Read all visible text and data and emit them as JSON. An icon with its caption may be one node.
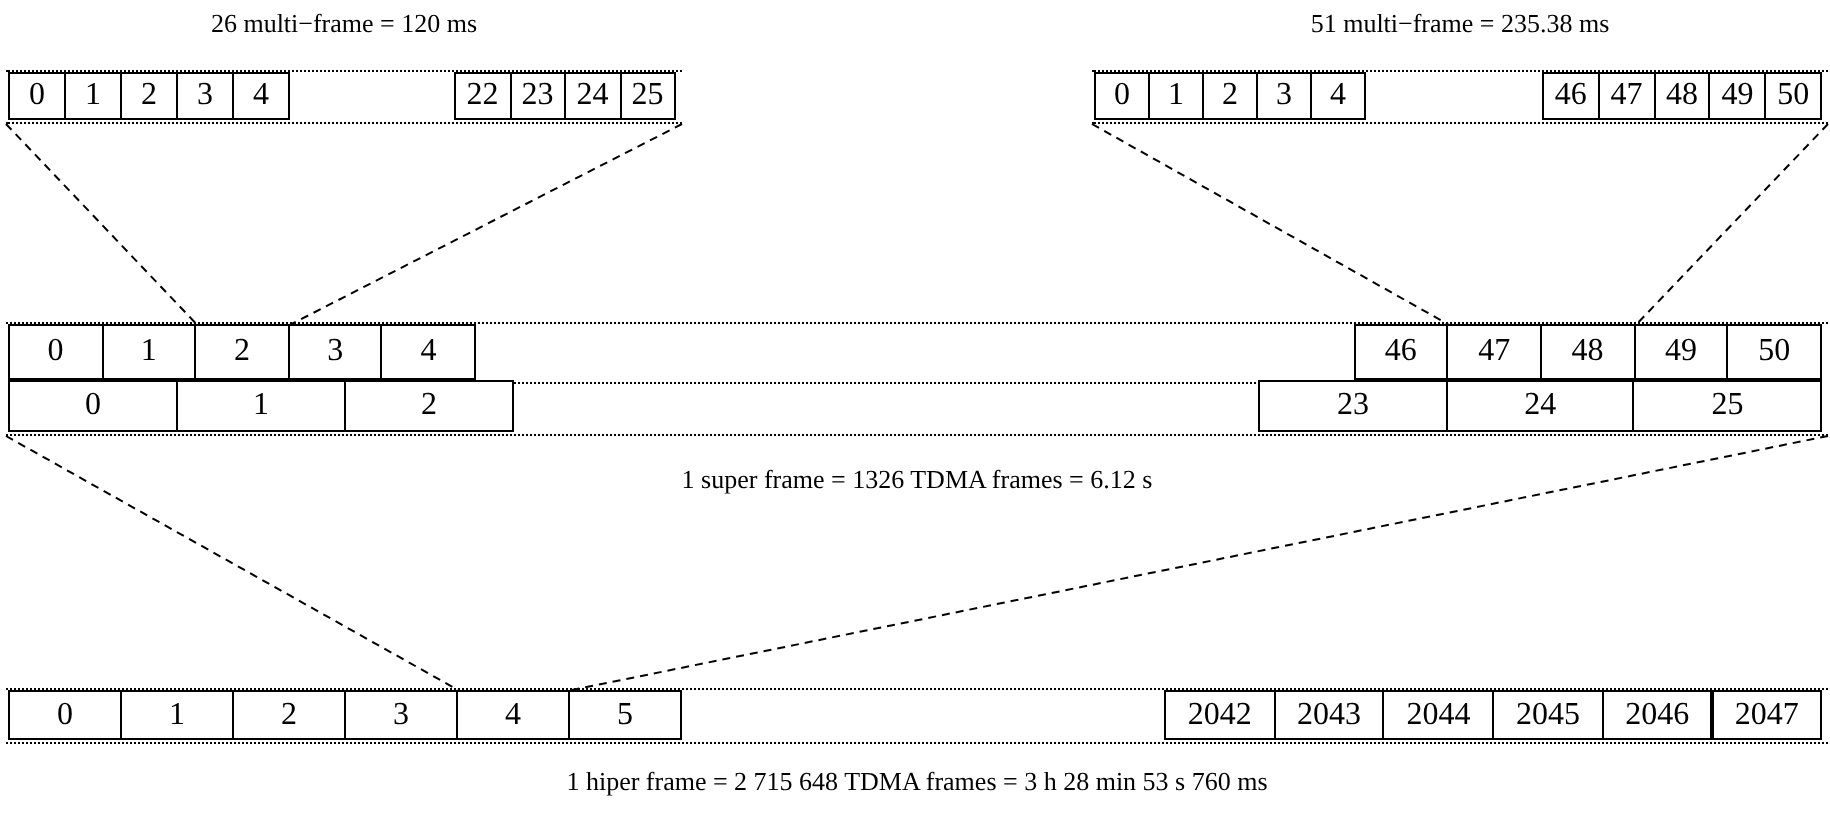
{
  "diagram": {
    "nodes": [
      {
        "text": [
          "26 multi−frame = 120 ms"
        ]
      },
      {
        "text": [
          "0"
        ],
        "in": 0
      },
      {
        "text": [
          "1"
        ],
        "in": 0
      },
      {
        "text": [
          "2"
        ],
        "in": 0
      },
      {
        "text": [
          "3"
        ],
        "in": 0
      },
      {
        "text": [
          "4"
        ],
        "in": 0
      },
      {
        "text": [
          "22"
        ],
        "in": 0
      },
      {
        "text": [
          "23"
        ],
        "in": 0
      },
      {
        "text": [
          "24"
        ],
        "in": 0
      },
      {
        "text": [
          "25"
        ],
        "in": 0
      },
      {
        "text": [
          "51 multi−frame = 235.38 ms"
        ]
      },
      {
        "text": [
          "0"
        ],
        "in": 10
      },
      {
        "text": [
          "1"
        ],
        "in": 10
      },
      {
        "text": [
          "2"
        ],
        "in": 10
      },
      {
        "text": [
          "3"
        ],
        "in": 10
      },
      {
        "text": [
          "4"
        ],
        "in": 10
      },
      {
        "text": [
          "46"
        ],
        "in": 10
      },
      {
        "text": [
          "47"
        ],
        "in": 10
      },
      {
        "text": [
          "48"
        ],
        "in": 10
      },
      {
        "text": [
          "49"
        ],
        "in": 10
      },
      {
        "text": [
          "50"
        ],
        "in": 10
      },
      {
        "text": [
          "1 super frame = 1326 TDMA frames = 6.12 s"
        ]
      },
      {
        "text": [
          "0"
        ],
        "in": 21
      },
      {
        "text": [
          "1"
        ],
        "in": 21
      },
      {
        "text": [
          "2"
        ],
        "in": 21
      },
      {
        "text": [
          "3"
        ],
        "in": 21
      },
      {
        "text": [
          "4"
        ],
        "in": 21
      },
      {
        "text": [
          "46"
        ],
        "in": 21
      },
      {
        "text": [
          "47"
        ],
        "in": 21
      },
      {
        "text": [
          "48"
        ],
        "in": 21
      },
      {
        "text": [
          "49"
        ],
        "in": 21
      },
      {
        "text": [
          "50"
        ],
        "in": 21
      },
      {
        "text": [
          "0"
        ],
        "in": 21
      },
      {
        "text": [
          "1"
        ],
        "in": 21
      },
      {
        "text": [
          "2"
        ],
        "in": 21
      },
      {
        "text": [
          "23"
        ],
        "in": 21
      },
      {
        "text": [
          "24"
        ],
        "in": 21
      },
      {
        "text": [
          "25"
        ],
        "in": 21
      },
      {
        "text": [
          "1 hiper frame = 2 715 648 TDMA frames = 3 h 28 min 53 s 760 ms"
        ]
      },
      {
        "text": [
          "0"
        ],
        "in": 38
      },
      {
        "text": [
          "1"
        ],
        "in": 38
      },
      {
        "text": [
          "2"
        ],
        "in": 38
      },
      {
        "text": [
          "3"
        ],
        "in": 38
      },
      {
        "text": [
          "4"
        ],
        "in": 38
      },
      {
        "text": [
          "5"
        ],
        "in": 38
      },
      {
        "text": [
          "2042"
        ],
        "in": 38
      },
      {
        "text": [
          "2043"
        ],
        "in": 38
      },
      {
        "text": [
          "2044"
        ],
        "in": 38
      },
      {
        "text": [
          "2045"
        ],
        "in": 38
      },
      {
        "text": [
          "2046"
        ],
        "in": 38
      },
      {
        "text": [
          "2047"
        ],
        "in": 38
      }
    ],
    "edges": [
      {
        "from": 0,
        "to": 24,
        "arrow": "none",
        "style": "dashed"
      },
      {
        "from": 0,
        "to": 24,
        "arrow": "none",
        "style": "dashed"
      },
      {
        "from": 10,
        "to": 36,
        "arrow": "none",
        "style": "dashed"
      },
      {
        "from": 10,
        "to": 36,
        "arrow": "none",
        "style": "dashed"
      },
      {
        "from": 21,
        "to": 43,
        "arrow": "none",
        "style": "dashed"
      },
      {
        "from": 21,
        "to": 43,
        "arrow": "none",
        "style": "dashed"
      }
    ]
  }
}
